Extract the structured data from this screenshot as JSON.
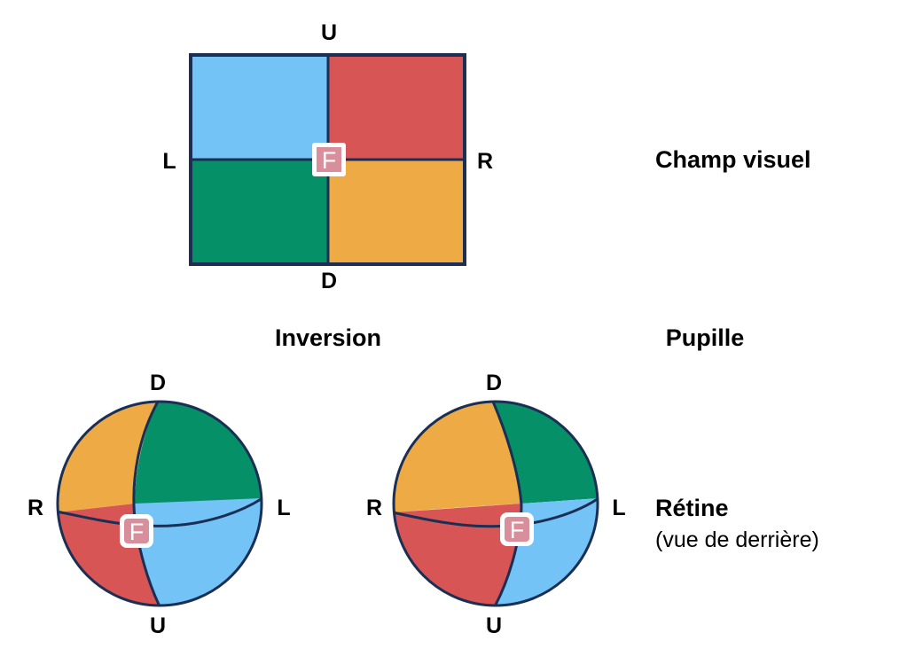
{
  "diagram": {
    "title_visual_field": "Champ visuel",
    "title_inversion": "Inversion",
    "title_pupil": "Pupille",
    "title_retina": "Rétine",
    "subtitle_retina": "(vue de derrière)",
    "fixation_letter": "F"
  },
  "colors": {
    "blue": "#74c3f7",
    "red": "#d85555",
    "green": "#069068",
    "orange": "#eeab45",
    "outline": "#1b2f55",
    "fixation_fill": "#d98f9b",
    "fixation_border": "#ffffff",
    "text": "#000000",
    "background": "#ffffff"
  },
  "visual_field": {
    "name": "Champ visuel",
    "label_top": "U",
    "label_bottom": "D",
    "label_left": "L",
    "label_right": "R",
    "quadrants": [
      {
        "position": "upper-left",
        "color_key": "blue",
        "color": "#74c3f7"
      },
      {
        "position": "upper-right",
        "color_key": "red",
        "color": "#d85555"
      },
      {
        "position": "lower-left",
        "color_key": "green",
        "color": "#069068"
      },
      {
        "position": "lower-right",
        "color_key": "orange",
        "color": "#eeab45"
      }
    ]
  },
  "retina_left": {
    "name": "Inversion",
    "label_top": "D",
    "label_bottom": "U",
    "label_left": "R",
    "label_right": "L",
    "sectors": [
      {
        "position": "upper-right",
        "color_key": "green",
        "color": "#069068"
      },
      {
        "position": "upper-left",
        "color_key": "orange",
        "color": "#eeab45"
      },
      {
        "position": "lower-left",
        "color_key": "red",
        "color": "#d85555"
      },
      {
        "position": "lower-right",
        "color_key": "blue",
        "color": "#74c3f7"
      }
    ]
  },
  "retina_right": {
    "name": "Pupille",
    "label_top": "D",
    "label_bottom": "U",
    "label_left": "R",
    "label_right": "L",
    "sectors": [
      {
        "position": "upper-right",
        "color_key": "green",
        "color": "#069068"
      },
      {
        "position": "upper-left",
        "color_key": "orange",
        "color": "#eeab45"
      },
      {
        "position": "lower-left",
        "color_key": "red",
        "color": "#d85555"
      },
      {
        "position": "lower-right",
        "color_key": "blue",
        "color": "#74c3f7"
      }
    ]
  }
}
